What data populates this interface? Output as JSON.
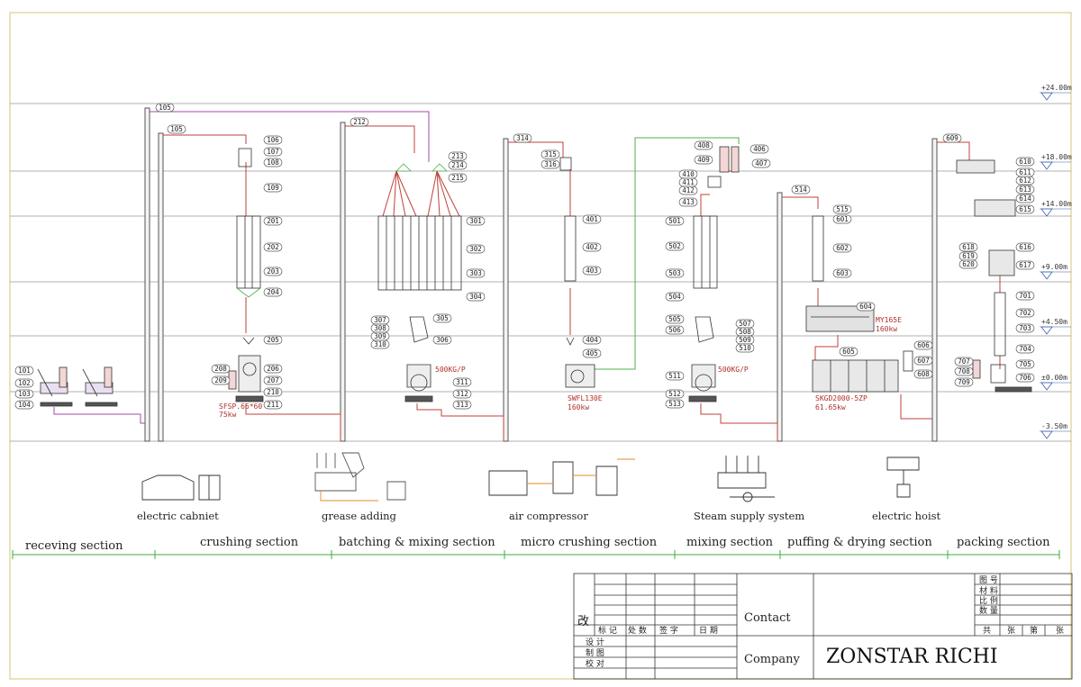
{
  "levels": [
    "+24.00m",
    "+18.00m",
    "+14.00m",
    "+9.00m",
    "+4.50m",
    "±0.00m",
    "-3.50m"
  ],
  "equipment_tags": [
    "101",
    "102",
    "103",
    "104",
    "105",
    "105",
    "106",
    "107",
    "108",
    "109",
    "201",
    "202",
    "203",
    "204",
    "205",
    "206",
    "207",
    "208",
    "209",
    "210",
    "211",
    "212",
    "213",
    "214",
    "215",
    "301",
    "302",
    "303",
    "304",
    "305",
    "306",
    "307",
    "308",
    "309",
    "310",
    "311",
    "312",
    "313",
    "314",
    "315",
    "316",
    "401",
    "402",
    "403",
    "404",
    "405",
    "406",
    "407",
    "408",
    "409",
    "410",
    "411",
    "412",
    "413",
    "501",
    "502",
    "503",
    "504",
    "505",
    "506",
    "507",
    "508",
    "509",
    "510",
    "511",
    "512",
    "513",
    "514",
    "515",
    "601",
    "602",
    "603",
    "604",
    "605",
    "606",
    "607",
    "608",
    "609",
    "610",
    "611",
    "612",
    "613",
    "614",
    "615",
    "616",
    "617",
    "618",
    "619",
    "620",
    "701",
    "702",
    "703",
    "704",
    "705",
    "706",
    "707",
    "708",
    "709"
  ],
  "machine_notes": [
    "SFSP.66*60",
    "75kw",
    "500KG/P",
    "SWFL130E",
    "160kw",
    "500KG/P",
    "MY165E",
    "160kw",
    "SKGD2000-5ZP",
    "61.65kw"
  ],
  "auxiliary": [
    "electric cabniet",
    "grease adding",
    "air compressor",
    "Steam supply system",
    "electric hoist"
  ],
  "sections": [
    "receving section",
    "crushing section",
    "batching & mixing section",
    "micro crushing section",
    "mixing section",
    "puffing & drying section",
    "packing section"
  ],
  "title_block": {
    "revise": "改",
    "rev_headers": [
      "标 记",
      "处 数",
      "签  字",
      "日  期"
    ],
    "roles": [
      "设  计",
      "制  图",
      "校  对"
    ],
    "contact_label": "Contact",
    "company_label": "Company",
    "company_name": "ZONSTAR RICHI",
    "info_labels": [
      "图  号",
      "材  料",
      "比  例",
      "数  量"
    ],
    "sheet_labels": [
      "共",
      "张",
      "第",
      "张"
    ]
  }
}
